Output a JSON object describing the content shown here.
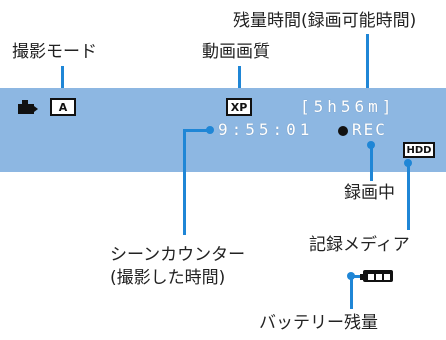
{
  "labels": {
    "remaining_time": "残量時間(録画可能時間)",
    "shooting_mode": "撮影モード",
    "video_quality": "動画画質",
    "recording": "録画中",
    "scene_counter_line1": "シーンカウンター",
    "scene_counter_line2": "(撮影した時間)",
    "recording_media": "記録メディア",
    "battery_remaining": "バッテリー残量"
  },
  "screen": {
    "mode_icon_text": "A",
    "quality_icon_text": "XP",
    "remaining_time_value": "[5h56m]",
    "counter_value": "9:55:01",
    "rec_text": "REC",
    "media_text": "HDD"
  },
  "colors": {
    "screen_bg": "#8db7e2",
    "leader": "#1f86d6",
    "readout": "#ffffff"
  },
  "icons": {
    "camera": "video-camera-icon",
    "battery": "battery-icon",
    "rec_dot": "record-dot-icon"
  }
}
